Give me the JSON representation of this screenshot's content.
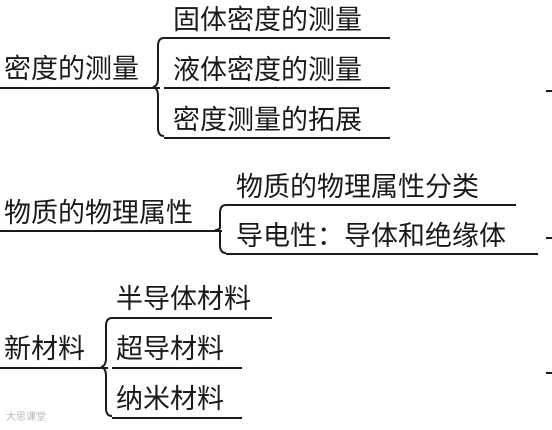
{
  "groups": [
    {
      "root": "密度的测量",
      "branches": [
        "固体密度的测量",
        "液体密度的测量",
        "密度测量的拓展"
      ]
    },
    {
      "root": "物质的物理属性",
      "branches": [
        "物质的物理属性分类",
        "导电性：导体和绝缘体"
      ]
    },
    {
      "root": "新材料",
      "branches": [
        "半导体材料",
        "超导材料",
        "纳米材料"
      ]
    }
  ],
  "watermark": "大思课堂"
}
